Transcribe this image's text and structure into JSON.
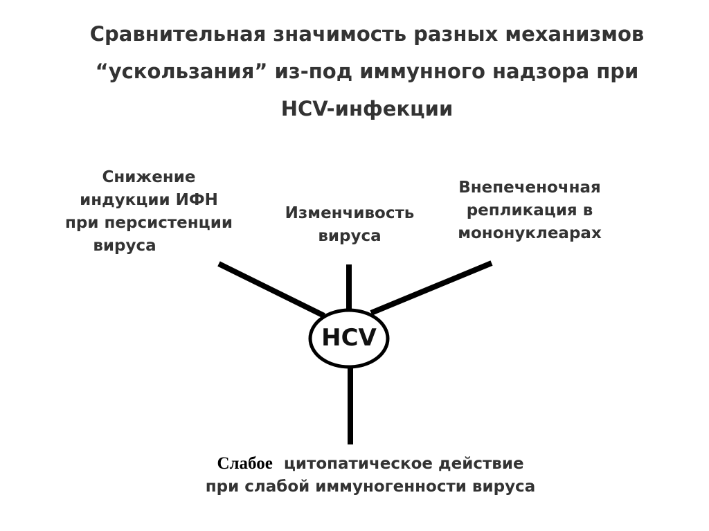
{
  "title": {
    "line1": "Сравнительная значимость разных механизмов",
    "line2": "“ускользания” из-под иммунного надзора при",
    "line3": "HCV-инфекции"
  },
  "center": "HCV",
  "branches": {
    "left": [
      "Снижение",
      "индукции ИФН",
      "при персистенции",
      "вируса"
    ],
    "top": [
      "Изменчивость",
      "вируса"
    ],
    "right": [
      "Внепеченочная",
      "репликация в",
      "мононуклеарах"
    ],
    "bottom": {
      "word1": "Слабое",
      "line1_rest": "цитопатическое действие",
      "line2": "при слабой иммуногенности вируса"
    }
  }
}
